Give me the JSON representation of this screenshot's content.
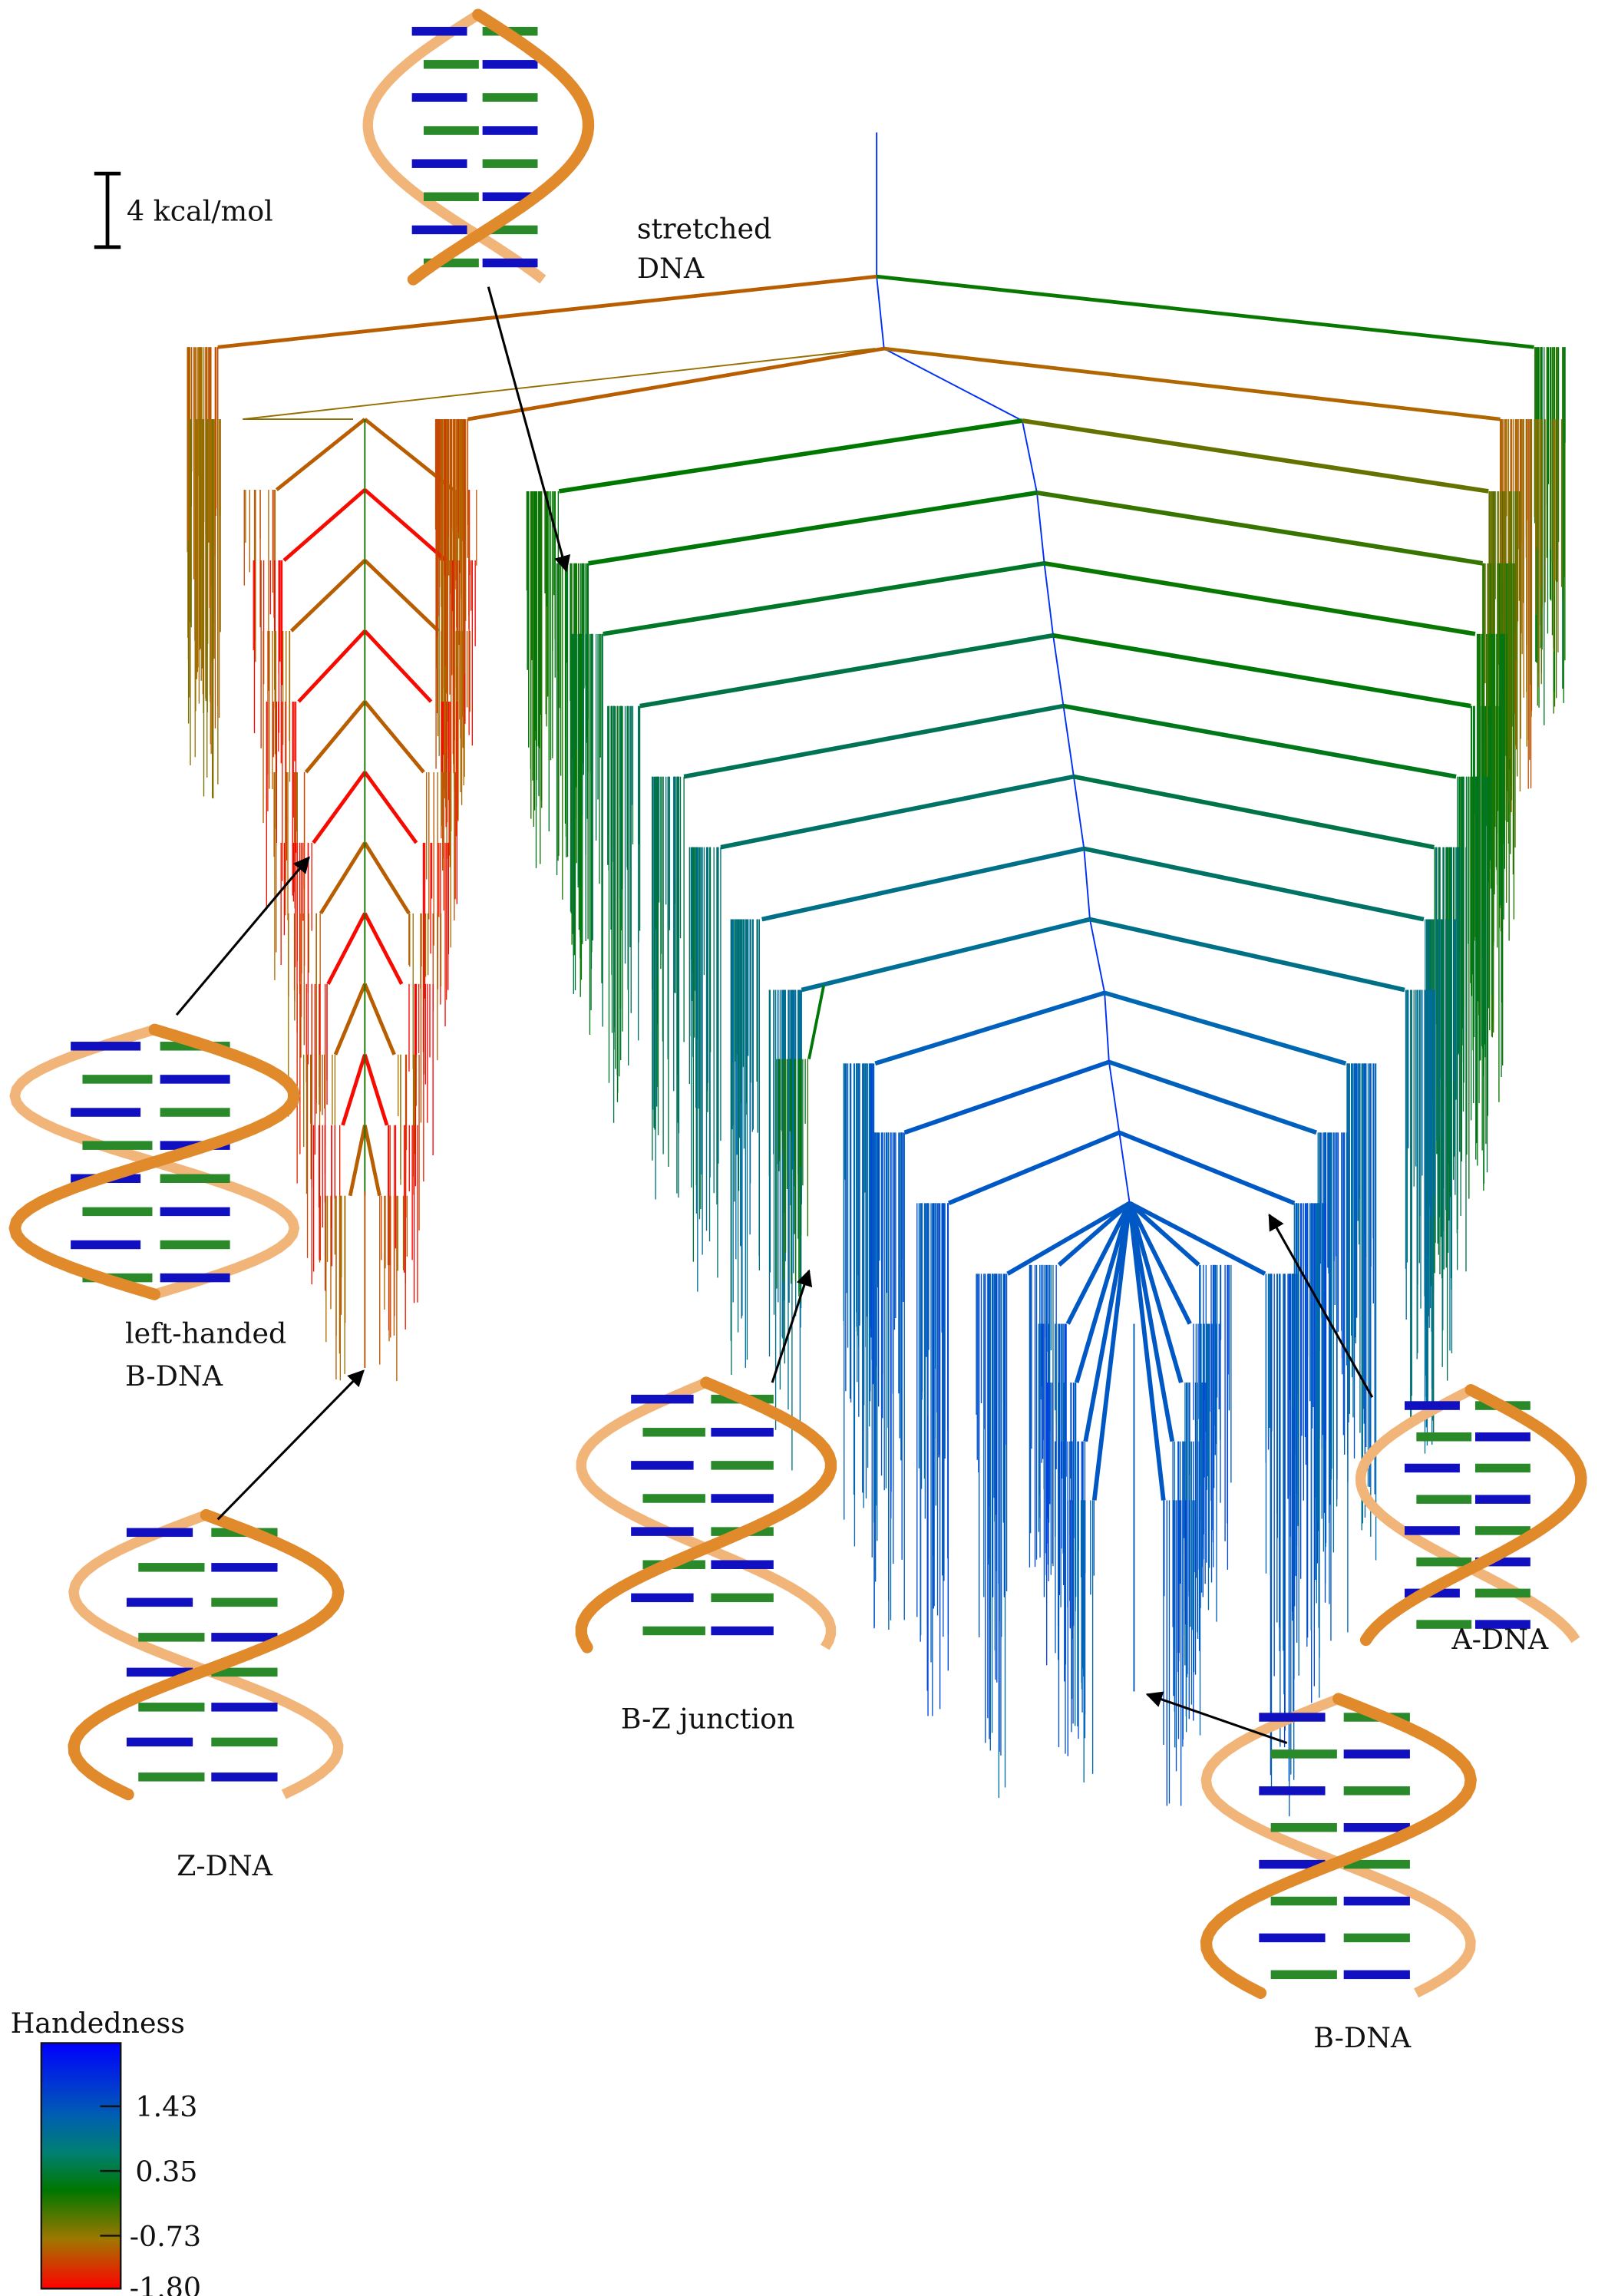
{
  "scale_bar": {
    "label": "4 kcal/mol"
  },
  "structures": [
    {
      "id": "stretched",
      "label_lines": [
        "stretched",
        "DNA"
      ]
    },
    {
      "id": "left-handed",
      "label_lines": [
        "left-handed",
        "B-DNA"
      ]
    },
    {
      "id": "bz-junction",
      "label_lines": [
        "B-Z junction"
      ]
    },
    {
      "id": "z-dna",
      "label_lines": [
        "Z-DNA"
      ]
    },
    {
      "id": "a-dna",
      "label_lines": [
        "A-DNA"
      ]
    },
    {
      "id": "b-dna",
      "label_lines": [
        "B-DNA"
      ]
    }
  ],
  "colorbar": {
    "title": "Handedness",
    "min": -1.8,
    "max": 2.51,
    "ticks": [
      "1.43",
      "0.35",
      "-0.73",
      "-1.80"
    ],
    "colors": [
      "#0000ff",
      "#0077aa",
      "#007700",
      "#a07700",
      "#ff0000"
    ]
  }
}
